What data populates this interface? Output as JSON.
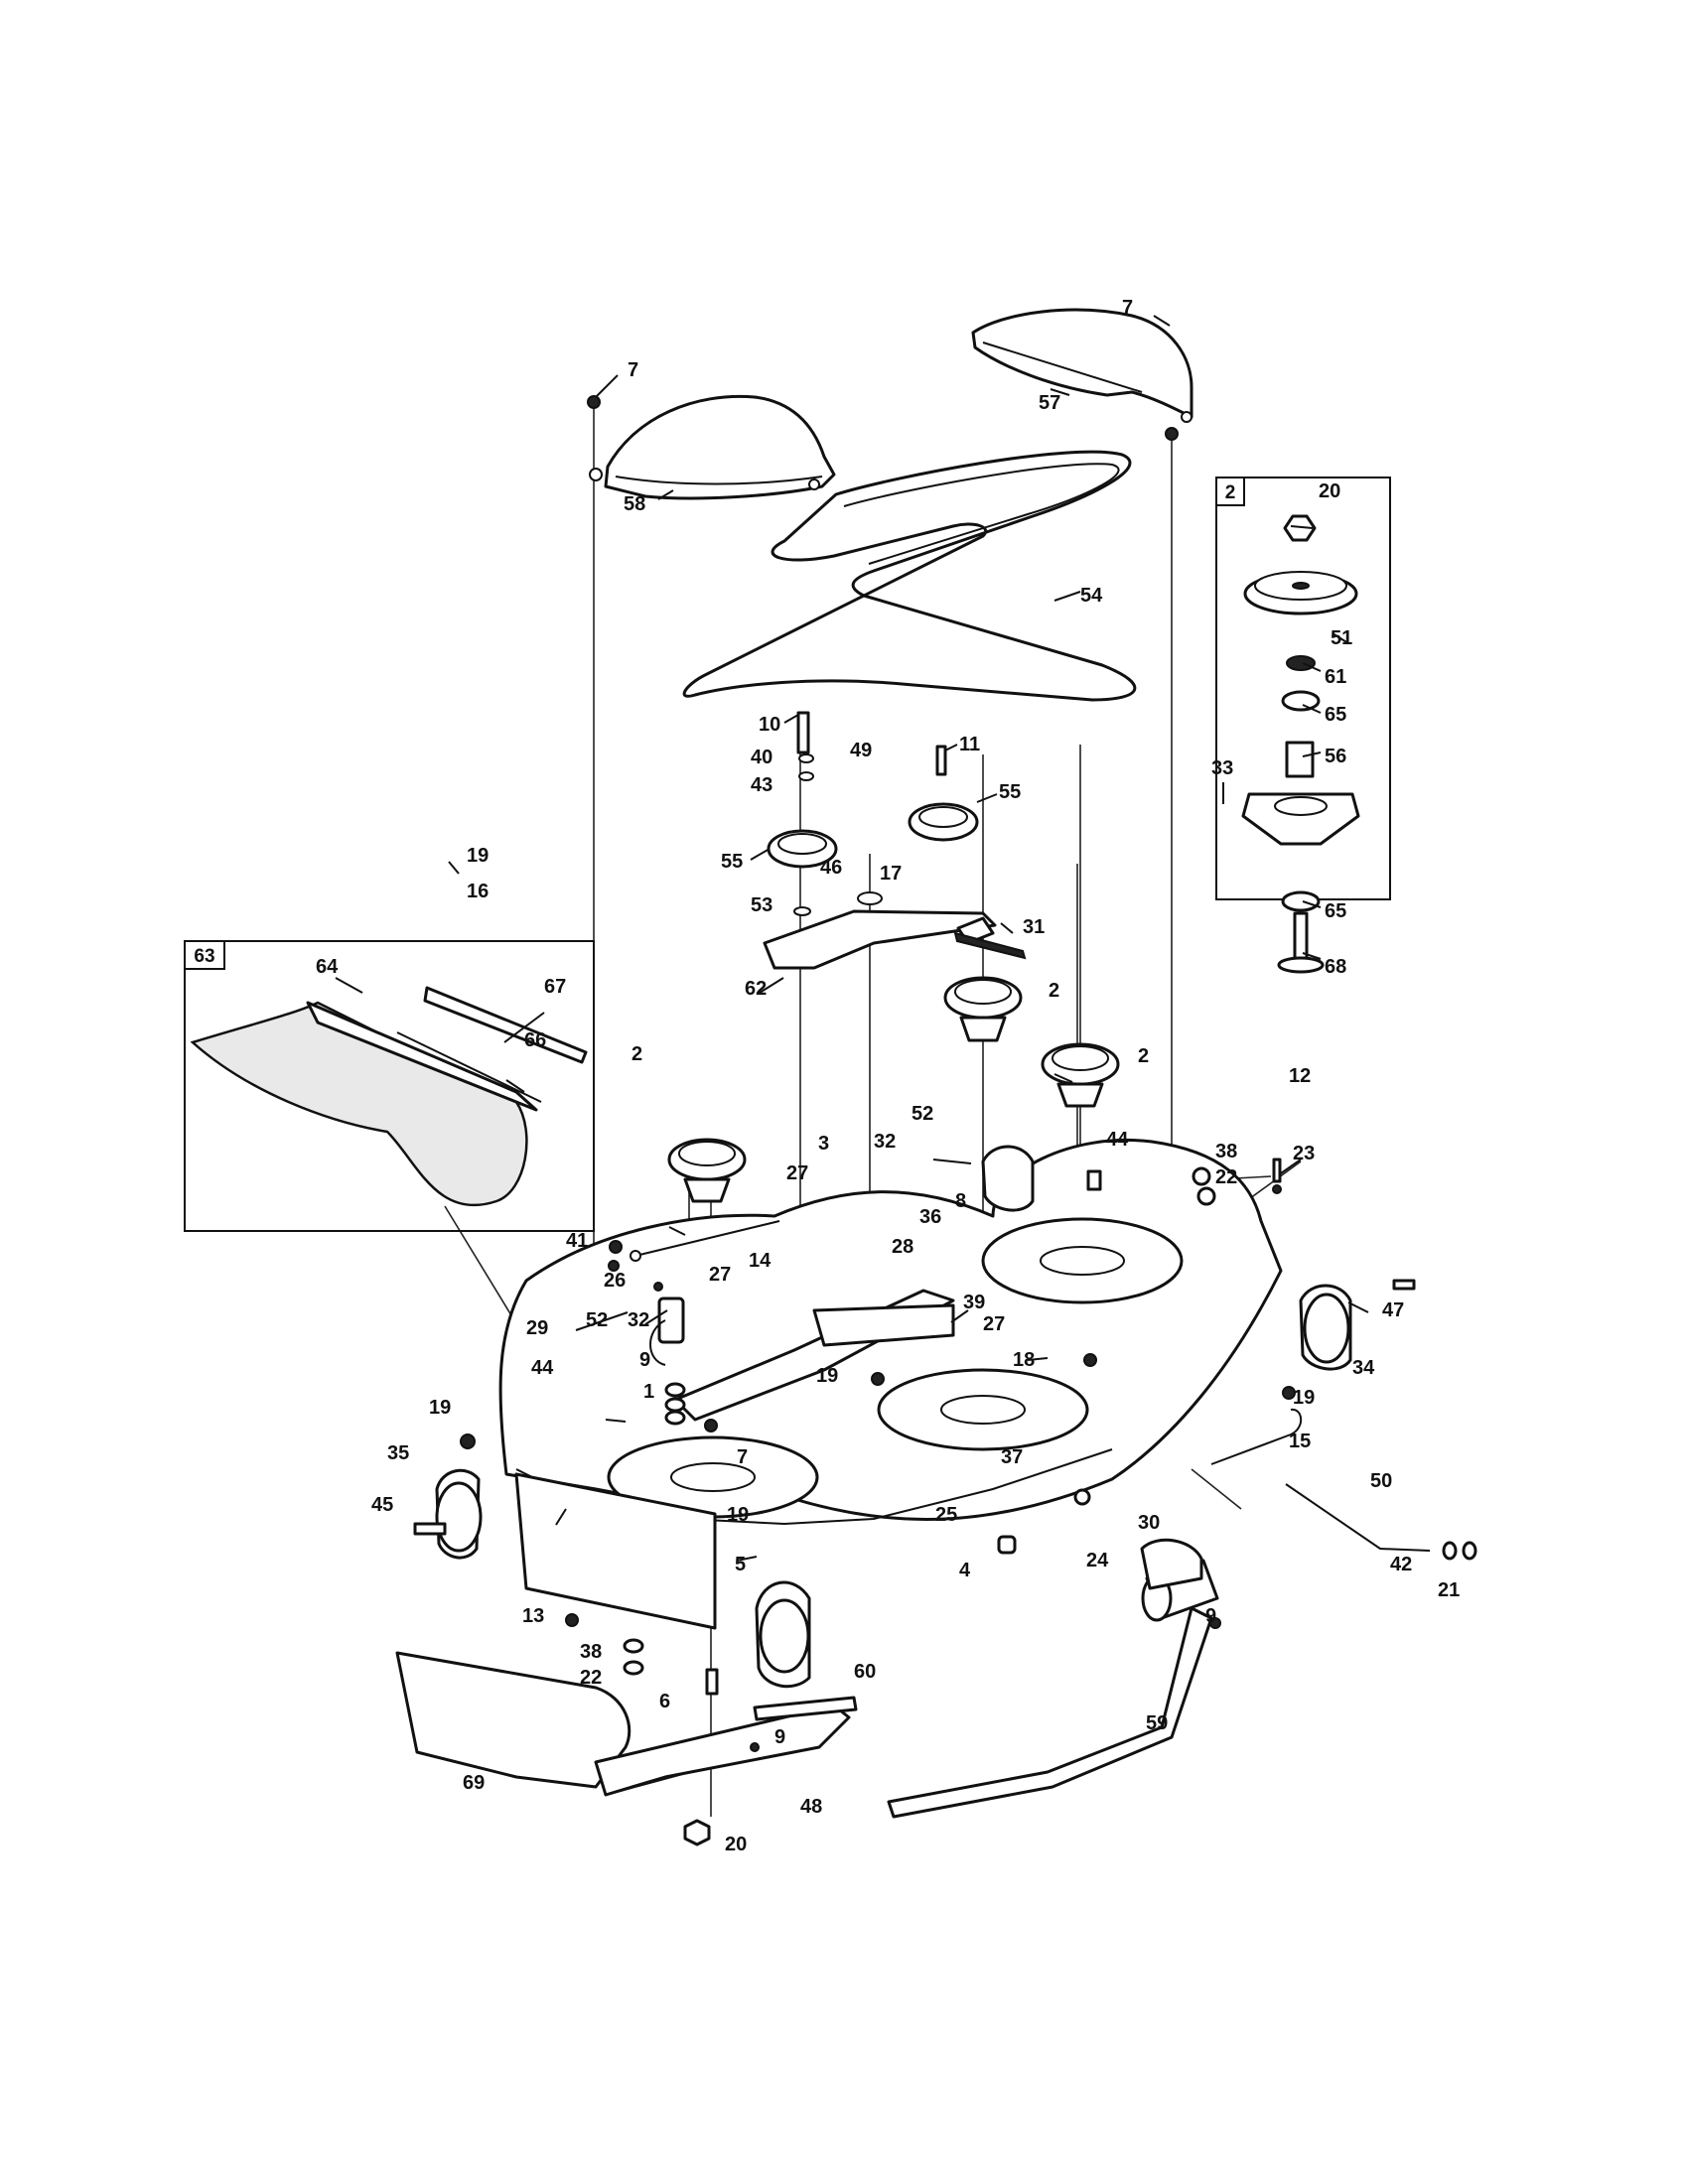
{
  "diagram": {
    "inset_labels": {
      "spindle_box": "2",
      "bagger_box": "63"
    },
    "callouts": {
      "c1": "7",
      "c2": "7",
      "c3": "57",
      "c4": "58",
      "c5": "54",
      "c6": "20",
      "c7": "51",
      "c8": "61",
      "c9": "65",
      "c10": "56",
      "c11": "33",
      "c12": "65",
      "c13": "68",
      "c14": "10",
      "c15": "40",
      "c16": "49",
      "c17": "43",
      "c18": "11",
      "c19": "55",
      "c20": "55",
      "c21": "46",
      "c22": "17",
      "c23": "53",
      "c24": "31",
      "c25": "62",
      "c26": "19",
      "c27": "16",
      "c28": "64",
      "c29": "67",
      "c30": "66",
      "c31": "2",
      "c32": "2",
      "c33": "2",
      "c34": "12",
      "c35": "52",
      "c36": "3",
      "c37": "32",
      "c38": "44",
      "c39": "38",
      "c40": "23",
      "c41": "27",
      "c42": "36",
      "c43": "8",
      "c44": "22",
      "c45": "28",
      "c46": "41",
      "c47": "14",
      "c48": "26",
      "c49": "27",
      "c50": "39",
      "c51": "47",
      "c52": "29",
      "c53": "52",
      "c54": "32",
      "c55": "27",
      "c56": "18",
      "c57": "34",
      "c58": "9",
      "c59": "44",
      "c60": "19",
      "c61": "1",
      "c62": "19",
      "c63": "19",
      "c64": "15",
      "c65": "35",
      "c66": "7",
      "c67": "37",
      "c68": "50",
      "c69": "45",
      "c70": "25",
      "c71": "19",
      "c72": "24",
      "c73": "30",
      "c74": "42",
      "c75": "21",
      "c76": "5",
      "c77": "4",
      "c78": "13",
      "c79": "9",
      "c80": "38",
      "c81": "22",
      "c82": "60",
      "c83": "6",
      "c84": "59",
      "c85": "9",
      "c86": "69",
      "c87": "48",
      "c88": "20"
    }
  }
}
